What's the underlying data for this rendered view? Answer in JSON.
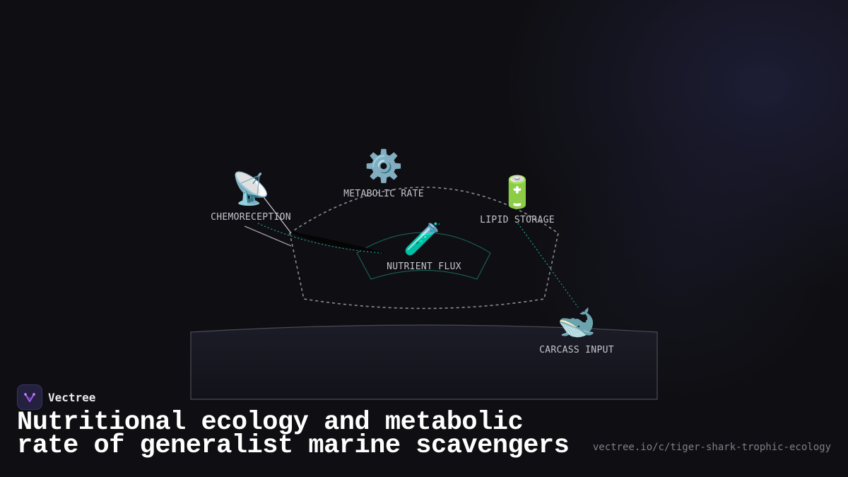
{
  "diagram": {
    "nodes": [
      {
        "id": "chemoreception",
        "label": "CHEMORECEPTION",
        "icon": "satellite-antenna",
        "glyph": "📡"
      },
      {
        "id": "metabolic-rate",
        "label": "METABOLIC RATE",
        "icon": "gear",
        "glyph": "⚙️"
      },
      {
        "id": "lipid-storage",
        "label": "LIPID STORAGE",
        "icon": "battery",
        "glyph": "🔋"
      },
      {
        "id": "nutrient-flux",
        "label": "NUTRIENT FLUX",
        "icon": "test-tube",
        "glyph": "🧪"
      },
      {
        "id": "carcass-input",
        "label": "CARCASS INPUT",
        "icon": "whale",
        "glyph": "🐋"
      }
    ],
    "colors": {
      "dashed_outline": "#8a8a94",
      "teal_link": "#1fa38a",
      "platform": "#1b1b26"
    }
  },
  "brand": {
    "name": "Vectree",
    "icon": "vectree-logo"
  },
  "title": "Nutritional ecology and metabolic rate of generalist marine scavengers",
  "url": "vectree.io/c/tiger-shark-trophic-ecology"
}
